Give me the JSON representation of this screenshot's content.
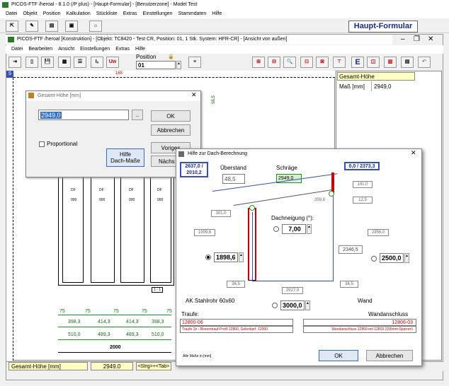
{
  "outer": {
    "title": "PICOS-FTF /heroal - 8.1.0 (/P plus) - [Haupt-Formular] - [Benutzerzone] - Model Test",
    "menu": [
      "Datei",
      "Objekt",
      "Position",
      "Kalkulation",
      "Stückliste",
      "Extras",
      "Einstellungen",
      "Stammdaten",
      "Hilfe"
    ],
    "haupt_label": "Haupt-Formular"
  },
  "inner": {
    "title": "PICOS-FTF /heroal [Konstruktion] - [Objekt: TC8420 - Test CR, Position: 01, 1 Stk. System: HFR-CR] - [Ansicht von außen]",
    "menu": [
      "Datei",
      "Bearbeiten",
      "Ansicht",
      "Einstellungen",
      "Extras",
      "Hilfe"
    ],
    "position_label": "Position",
    "position_value": "01",
    "ruler_s": "S"
  },
  "props": {
    "header": "Gesamt-Höhe",
    "row_label": "Maß [mm]",
    "row_value": "2949,0"
  },
  "status": {
    "label": "Gesamt-Höhe [mm]",
    "value": "2949.0",
    "hint": "<Strg>+<Tab>"
  },
  "drawing": {
    "ruler_mark": "165",
    "v_dim": "56,5",
    "panel_text": "DF",
    "panel_sub": "000",
    "bottom_mark": "1 - 1",
    "row1": [
      "75",
      "75",
      "75",
      "75",
      "75"
    ],
    "row2": [
      "398,3",
      "414,3",
      "414,3",
      "398,3"
    ],
    "row3": [
      "510,0",
      "489,3",
      "489,3",
      "510,0"
    ],
    "total": "2000"
  },
  "dlg_gesamt": {
    "title": "Gesamt-Höhe [mm]",
    "value": "2949,0",
    "ok": "OK",
    "abbrechen": "Abbrechen",
    "proportional": "Proportional",
    "hilfe": "Hilfe\nDach-Maße",
    "voriges": "Voriges",
    "naechstes": "Nächs"
  },
  "dlg_dach": {
    "title": "Hilfe zur Dach-Berechnung",
    "left_top": "2637,0 /\n2010,2",
    "right_top": "0,0 / 2373,3",
    "ueberstand_label": "Überstand",
    "ueberstand_value": "48,5",
    "schraege_label": "Schräge",
    "schraege_value": "2949,0",
    "d_141": "141,0",
    "d_359": "359,8",
    "d_301": "301,0",
    "d_125": "12,5",
    "d_1999": "1999,6",
    "d_2356": "2356,0",
    "d_2346": "2346,5",
    "d_365": "36,5",
    "d_2927": "2927,0",
    "d_365b": "36,5",
    "neigung_label": "Dachneigung (°):",
    "neigung_value": "7,00",
    "left_height": "1898,6",
    "right_height": "2500,0",
    "ak_label": "AK Stahlrohr 60x60",
    "wand_label": "Wand",
    "bottom_value": "3000,0",
    "traufe_label": "Traufe:",
    "traufe_code": "12800-06",
    "traufe_desc": "Traufe 1b - Rinnentrauf-Profil 12800, Gelenkprf. 12000",
    "wand_anschluss_label": "Wandanschluss",
    "wand_code": "12806-03",
    "wand_desc": "Wandanschluss 12800 mit 12803 (155mm-Sparren)",
    "alle_masse": "Alle Maße in [mm]",
    "ok": "OK",
    "abbrechen": "Abbrechen"
  }
}
